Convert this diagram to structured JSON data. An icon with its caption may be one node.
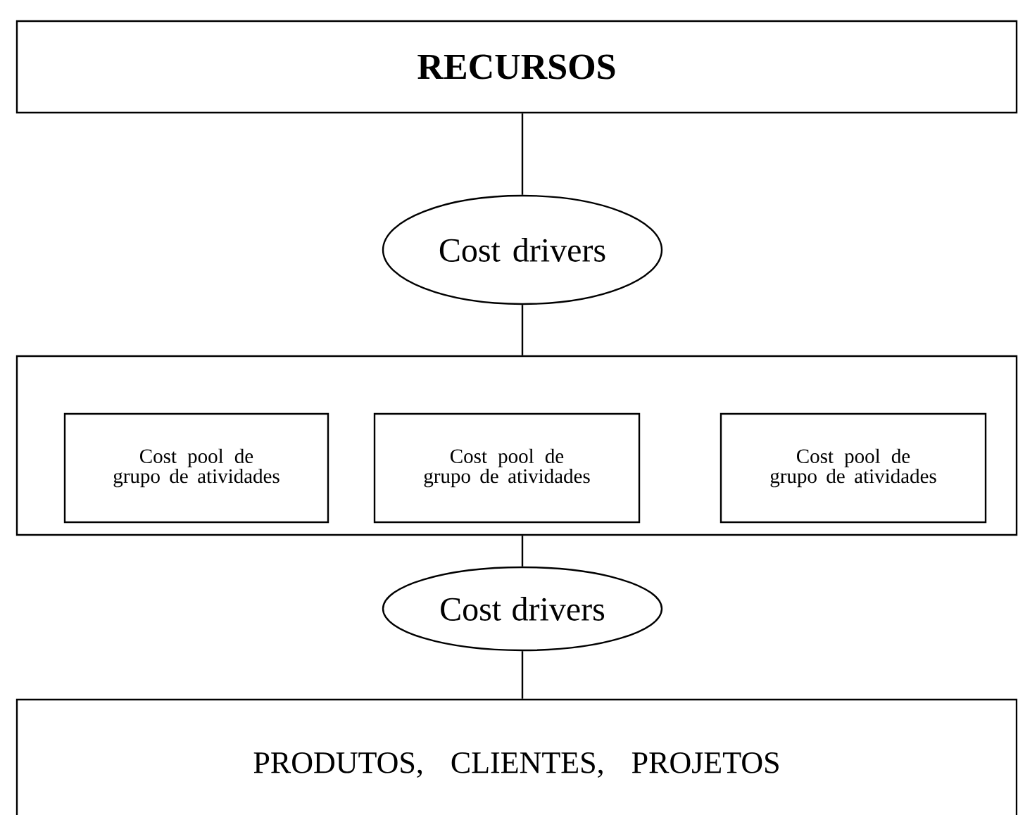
{
  "diagram": {
    "nodes": [
      {
        "text": [
          "RECURSOS"
        ]
      },
      {
        "text": [
          "Cost drivers"
        ]
      },
      {
        "text": [],
        "shape": "box"
      },
      {
        "text": [
          "Cost pool de grupo de atividades"
        ],
        "in": 2
      },
      {
        "text": [
          "Cost pool de grupo de atividades"
        ],
        "in": 2
      },
      {
        "text": [
          "Cost pool de grupo de atividades"
        ],
        "in": 2
      },
      {
        "text": [
          "Cost drivers"
        ]
      },
      {
        "text": [
          "PRODUTOS, CLIENTES, PROJETOS"
        ]
      }
    ],
    "edges": [
      {
        "from": 0,
        "to": 1,
        "arrow": "none"
      },
      {
        "from": 1,
        "to": 2,
        "arrow": "none"
      },
      {
        "from": 2,
        "to": 6,
        "arrow": "none"
      },
      {
        "from": 6,
        "to": 7,
        "arrow": "none"
      }
    ]
  }
}
